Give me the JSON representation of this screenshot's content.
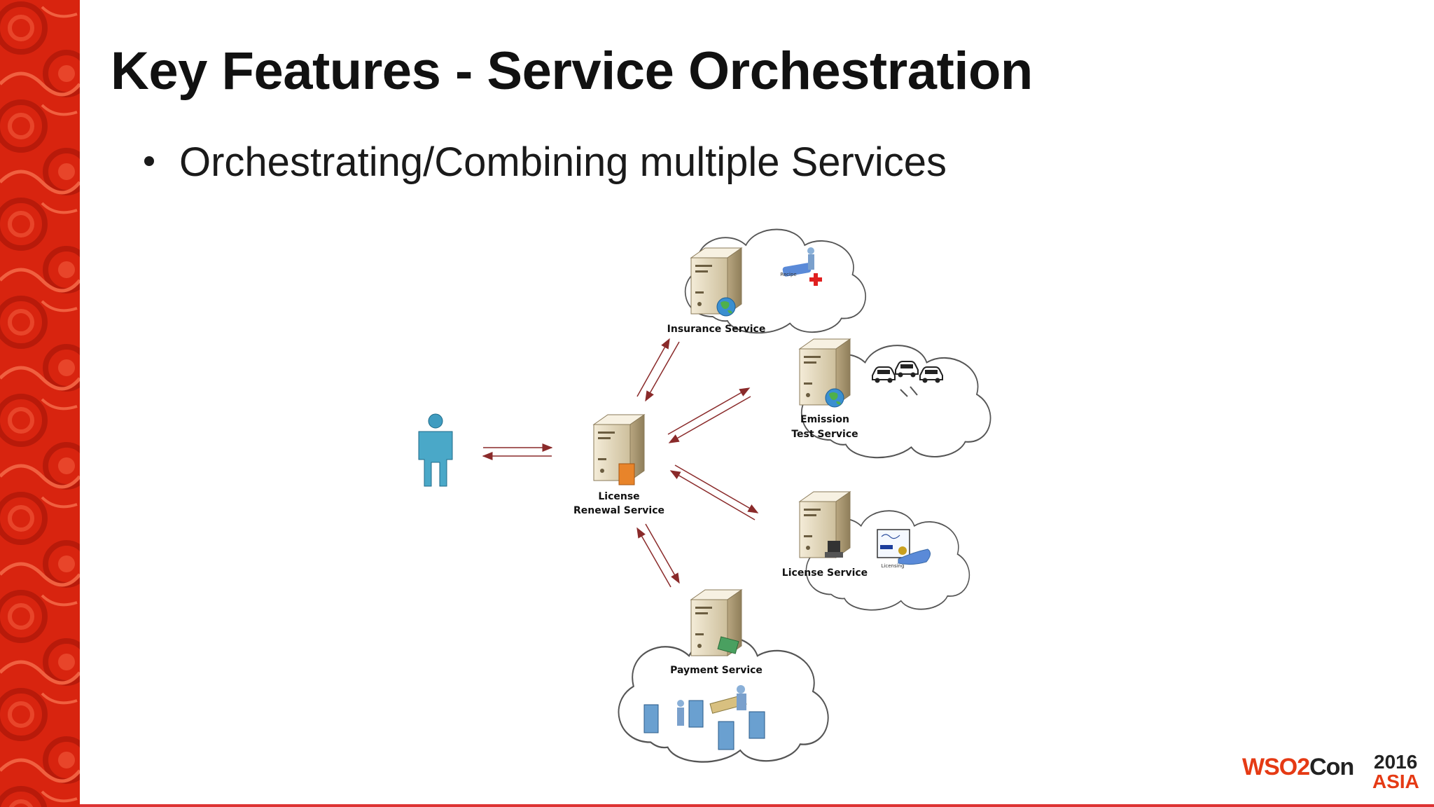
{
  "slide": {
    "title": "Key Features - Service Orchestration",
    "bullets": [
      "Orchestrating/Combining multiple Services"
    ]
  },
  "diagram": {
    "nodes": {
      "user": {
        "icon": "user-icon"
      },
      "license_renewal": {
        "label_line1": "License",
        "label_line2": "Renewal Service",
        "icon": "server-icon"
      },
      "insurance": {
        "label": "Insurance Service",
        "icon": "server-icon",
        "cloud_tiny_text": "Recipe"
      },
      "emission": {
        "label_line1": "Emission",
        "label_line2": "Test Service",
        "icon": "server-icon"
      },
      "license": {
        "label": "License Service",
        "icon": "server-icon",
        "cloud_tiny_text": "Licensing"
      },
      "payment": {
        "label": "Payment Service",
        "icon": "server-icon"
      }
    },
    "colors": {
      "arrow": "#8a2a2a",
      "cloud_stroke": "#555555",
      "server_body": "#e8dcc0",
      "user": "#4aa8c8"
    }
  },
  "footer": {
    "logo_wso": "WSO2",
    "logo_con": "Con",
    "logo_year": "2016",
    "logo_region": "ASIA",
    "brand_color": "#e53a14"
  }
}
